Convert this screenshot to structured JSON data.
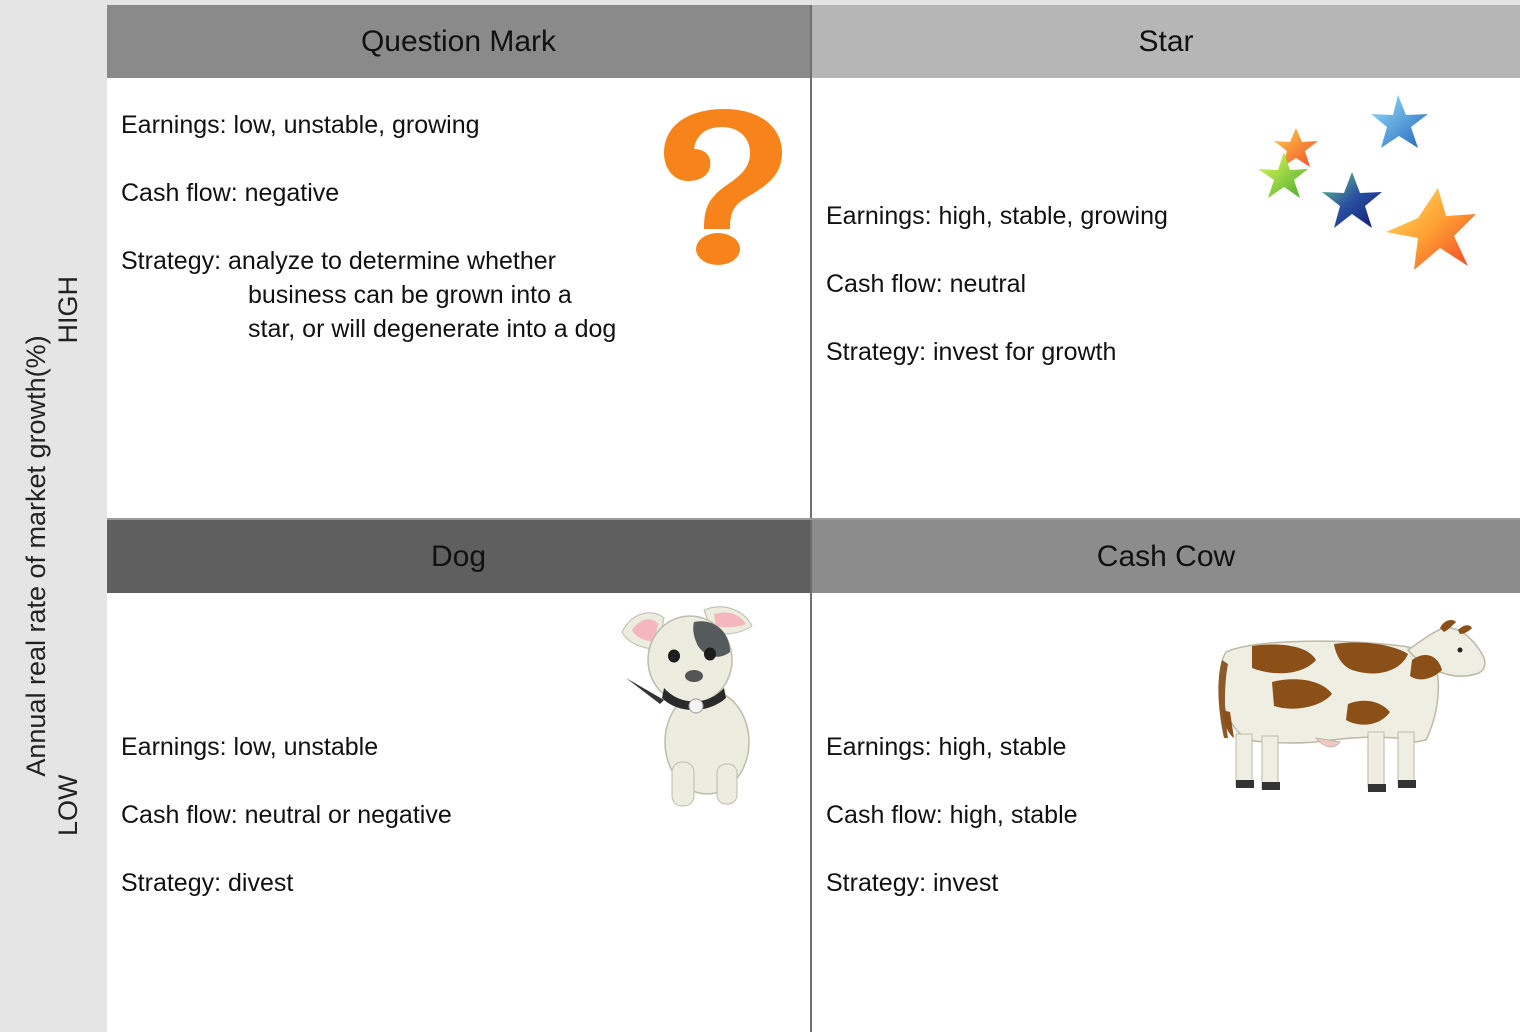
{
  "axis": {
    "title": "Annual real rate of market growth(%)",
    "low": "LOW",
    "high": "HIGH"
  },
  "quadrants": {
    "question_mark": {
      "title": "Question Mark",
      "earnings": "Earnings: low, unstable, growing",
      "cash_flow": "Cash flow: negative",
      "strategy_1": "Strategy: analyze to determine whether",
      "strategy_2": "business can be grown into a",
      "strategy_3": "star, or will degenerate into a dog",
      "icon": "question-mark-icon",
      "header_color": "#8a8a8a"
    },
    "star": {
      "title": "Star",
      "earnings": "Earnings: high, stable, growing",
      "cash_flow": "Cash flow: neutral",
      "strategy": "Strategy: invest for growth",
      "icon": "stars-icon",
      "header_color": "#b6b6b6"
    },
    "dog": {
      "title": "Dog",
      "earnings": "Earnings: low, unstable",
      "cash_flow": "Cash flow: neutral or negative",
      "strategy": "Strategy: divest",
      "icon": "dog-icon",
      "header_color": "#5f5f5f"
    },
    "cash_cow": {
      "title": "Cash Cow",
      "earnings": "Earnings: high, stable",
      "cash_flow": "Cash flow: high, stable",
      "strategy": "Strategy: invest",
      "icon": "cow-icon",
      "header_color": "#8c8c8c"
    }
  },
  "colors": {
    "question_mark_orange": "#f7841a",
    "background": "#e5e5e5"
  }
}
